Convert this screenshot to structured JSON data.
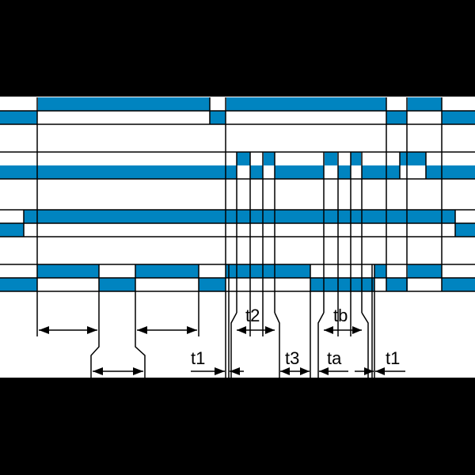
{
  "diagram": {
    "type": "timing-diagram",
    "colors": {
      "signal": "#0084c0",
      "background": "#ffffff",
      "frame": "#000000"
    },
    "labels": {
      "t1_left": "t1",
      "t2": "t2",
      "t3": "t3",
      "ta": "ta",
      "tb": "tb",
      "t1_right": "t1"
    }
  }
}
